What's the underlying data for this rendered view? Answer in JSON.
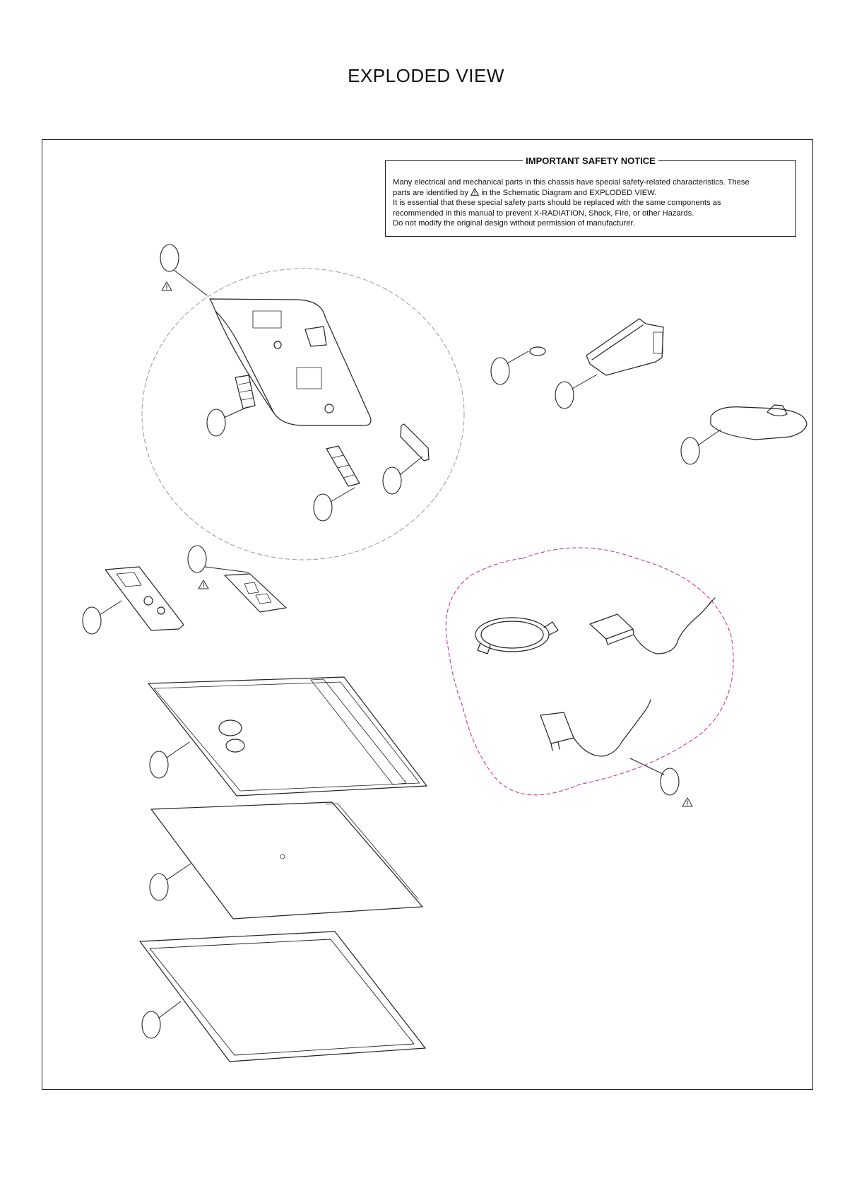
{
  "title": "EXPLODED VIEW",
  "notice": {
    "heading": "IMPORTANT SAFETY NOTICE",
    "line1": "Many electrical and mechanical parts in this chassis have special safety-related characteristics. These",
    "line2_before_icon": "parts are identified by",
    "line2_after_icon": "in the Schematic Diagram and EXPLODED VIEW.",
    "line3": "It is essential that these special safety parts should be replaced with the same components as",
    "line4": "recommended in this manual to prevent X-RADIATION, Shock, Fire, or other Hazards.",
    "line5": "Do not modify the original design without permission of manufacturer."
  },
  "icons": [
    "safety-warning-triangle-icon"
  ],
  "colors": {
    "accessory_outline": "#cc3399",
    "line": "#222222",
    "dashed_group": "#999999"
  }
}
